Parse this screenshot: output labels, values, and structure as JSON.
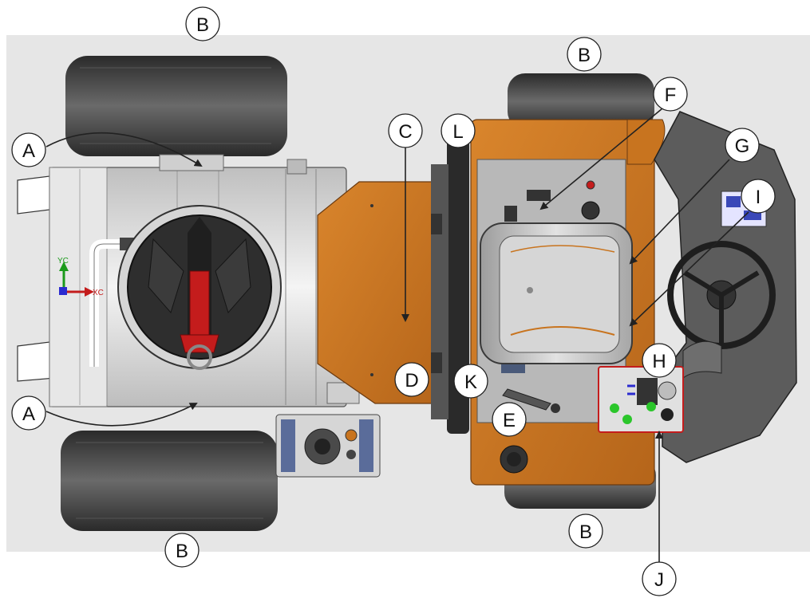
{
  "callouts": {
    "a_top": "A",
    "a_bottom": "A",
    "b_top_left": "B",
    "b_top_right": "B",
    "b_bottom_left": "B",
    "b_bottom_right": "B",
    "c": "C",
    "d": "D",
    "e": "E",
    "f": "F",
    "g": "G",
    "h": "H",
    "i": "I",
    "j": "J",
    "k": "K",
    "l": "L"
  },
  "axis": {
    "y_label": "YC",
    "x_label": "XC"
  },
  "colors": {
    "background_panel": "#e6e6e6",
    "chassis_orange": "#c8741f",
    "tire_dark": "#3c3c3c",
    "tank_silver": "#d9d9d9",
    "seat_grey": "#c9c9c9",
    "console_grey": "#5c5c5c",
    "valve_red": "#c41c1c",
    "pointer_line": "#222222"
  }
}
